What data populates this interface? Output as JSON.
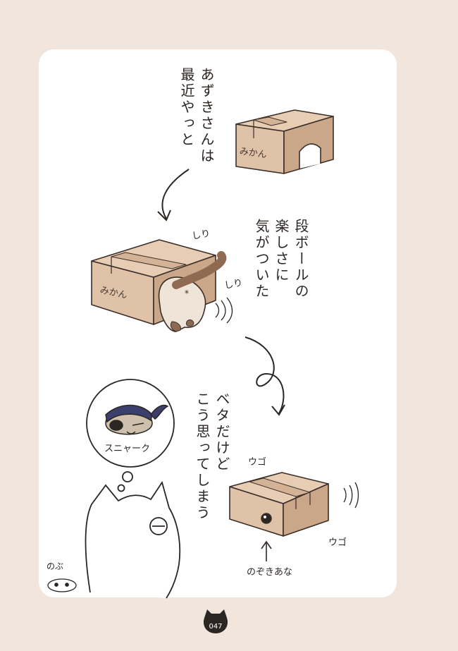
{
  "narration": {
    "col1": "あずきさんは",
    "col2": "最近やっと",
    "col3": "段ボールの",
    "col4": "楽しさに",
    "col5": "気がついた",
    "col6": "ベタだけど",
    "col7": "こう思ってしまう"
  },
  "labels": {
    "box_top": "みかん",
    "box_cat": "みかん",
    "shiri1": "しり",
    "shiri2": "しり",
    "thought": "スニャーク",
    "ugo1": "ウゴ",
    "ugo2": "ウゴ",
    "peephole": "のぞきあな",
    "signature": "のぶ"
  },
  "page_number": "047",
  "colors": {
    "background": "#f2e6dc",
    "panel": "#ffffff",
    "cardboard": "#dfc2a8",
    "cardboard_dark": "#cba789",
    "cat_tail": "#8e6a52",
    "bandana": "#3b3f6b",
    "ink": "#2b2623"
  }
}
